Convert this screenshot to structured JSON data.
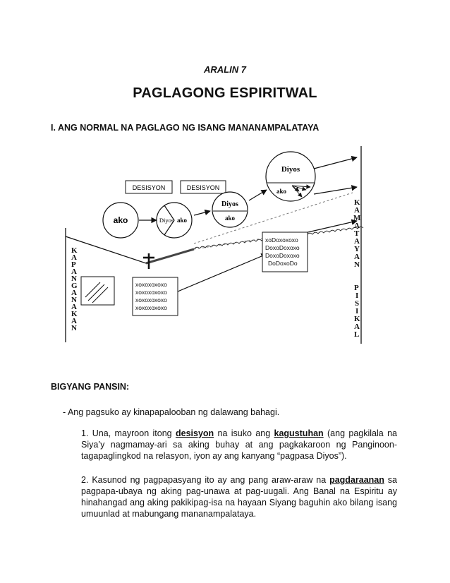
{
  "header": {
    "lesson": "ARALIN 7",
    "title": "PAGLAGONG ESPIRITWAL",
    "section": "I. ANG NORMAL NA PAGLAGO NG ISANG MANANAMPALATAYA"
  },
  "diagram": {
    "decision_1": "DESISYON",
    "decision_2": "DESISYON",
    "ako_circle": "ako",
    "circle2_left": "Diyos",
    "circle2_right": "ako",
    "circle3_top": "Diyos",
    "circle3_bottom": "ako",
    "circle4_top": "Diyos",
    "circle4_bottom": "ako",
    "left_vertical": [
      "K",
      "A",
      "P",
      "A",
      "N",
      "G",
      "A",
      "N",
      "A",
      "K",
      "A",
      "N"
    ],
    "right_vertical": [
      "K",
      "A",
      "M",
      "A",
      "T",
      "A",
      "Y",
      "A",
      "N",
      "",
      "P",
      "I",
      "S",
      "I",
      "K",
      "A",
      "L"
    ],
    "xo_box_lines": [
      "xoxoxoxoxo",
      "xoxoxoxoxo",
      "xoxoxoxoxo",
      "xoxoxoxoxo"
    ],
    "doxo_box_lines": [
      "xoDoxoxoxo",
      "DoxoDoxoxo",
      "DoxoDoxoxo",
      "DoDoxoDo"
    ]
  },
  "notice": {
    "heading": "BIGYANG PANSIN:",
    "intro": "- Ang pagsuko ay kinapapalooban ng dalawang bahagi.",
    "p1": {
      "a": "1. Una, mayroon itong ",
      "b": "desisyon",
      "c": " na isuko ang ",
      "d": "kagustuhan",
      "e": " (ang pagkilala na Siya’y nagmamay-ari sa aking buhay at ang pagkakaroon ng Panginoon-tagapaglingkod na relasyon, iyon ay ang kanyang “pagpasa Diyos”)."
    },
    "p2": {
      "a": "2. Kasunod ng pagpapasyang ito ay ang pang araw-araw na ",
      "b": "pagdaraanan",
      "c": " sa pagpapa-ubaya ng aking pag-unawa at pag-uugali. Ang Banal na Espiritu ay hinahangad ang aking pakikipag-isa na hayaan Siyang baguhin ako bilang isang umuunlad at mabungang mananampalataya."
    }
  }
}
